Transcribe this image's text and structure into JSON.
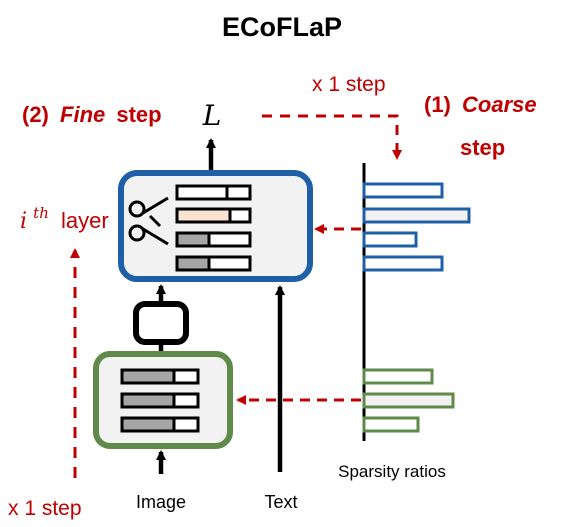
{
  "title": "ECoFLaP",
  "labels": {
    "fine_step_num": "(2)",
    "fine_step_word": "Fine",
    "fine_step_suffix": "step",
    "loss_symbol": "L",
    "top_x1_step": "x 1 step",
    "coarse_step_num": "(1)",
    "coarse_step_word": "Coarse",
    "coarse_step_suffix": "step",
    "layer_i": "i",
    "layer_th": "th",
    "layer_word": "layer",
    "bottom_x1_step": "x 1 step",
    "image": "Image",
    "text": "Text",
    "sparsity_ratios": "Sparsity ratios"
  },
  "colors": {
    "red": "#c00000",
    "blue": "#1f5fa8",
    "green": "#5f8a4a",
    "block_fill": "#f2f2f2",
    "peach": "#fbe3d0",
    "gray": "#a6a6a6"
  },
  "icons": {
    "scissors": "scissors-icon"
  }
}
